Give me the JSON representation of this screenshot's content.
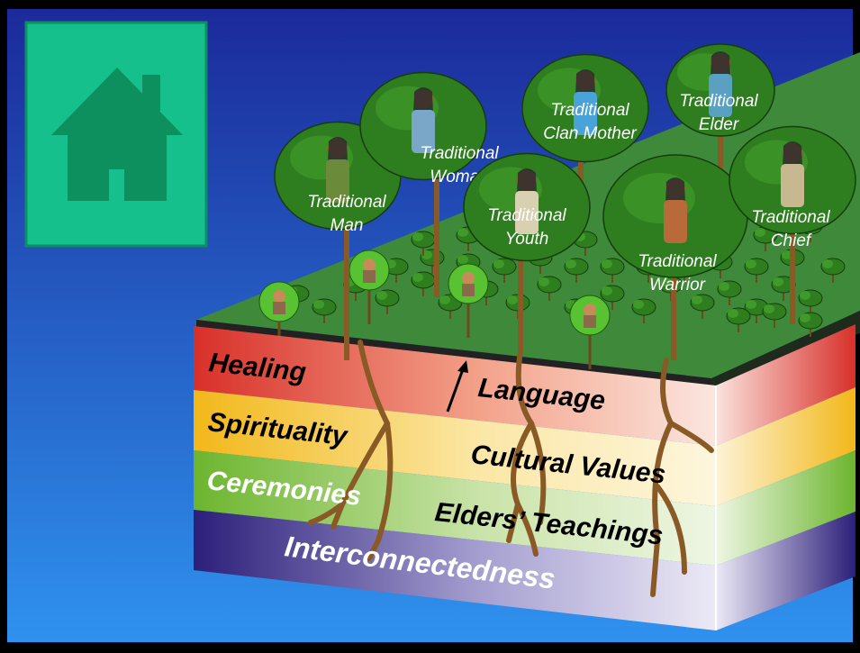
{
  "colors": {
    "background_top": "#1b2a9a",
    "background_bottom": "#2f8fe8",
    "frame": "#000000",
    "home_tile": "#16c08c",
    "forest_floor": "#3f8a3a",
    "tree_foliage": "#2e7d1f",
    "root_brown": "#9a6a32",
    "band_healing": "#e0483a",
    "band_spirituality": "#f5c43a",
    "band_ceremonies": "#7bc043",
    "band_interconnectedness": "#3a2f8a"
  },
  "home_icon": {
    "icon": "house-icon"
  },
  "people": [
    {
      "label_line1": "Traditional",
      "label_line2": "Man"
    },
    {
      "label_line1": "Traditional",
      "label_line2": "Woman"
    },
    {
      "label_line1": "Traditional",
      "label_line2": "Clan Mother"
    },
    {
      "label_line1": "Traditional",
      "label_line2": "Elder"
    },
    {
      "label_line1": "Traditional",
      "label_line2": "Youth"
    },
    {
      "label_line1": "Traditional",
      "label_line2": "Warrior"
    },
    {
      "label_line1": "Traditional",
      "label_line2": "Chief"
    }
  ],
  "layers": {
    "healing": "Healing",
    "spirituality": "Spirituality",
    "ceremonies": "Ceremonies",
    "interconnectedness": "Interconnectedness",
    "language": "Language",
    "cultural_values": "Cultural Values",
    "elders_teachings": "Elders’ Teachings"
  }
}
